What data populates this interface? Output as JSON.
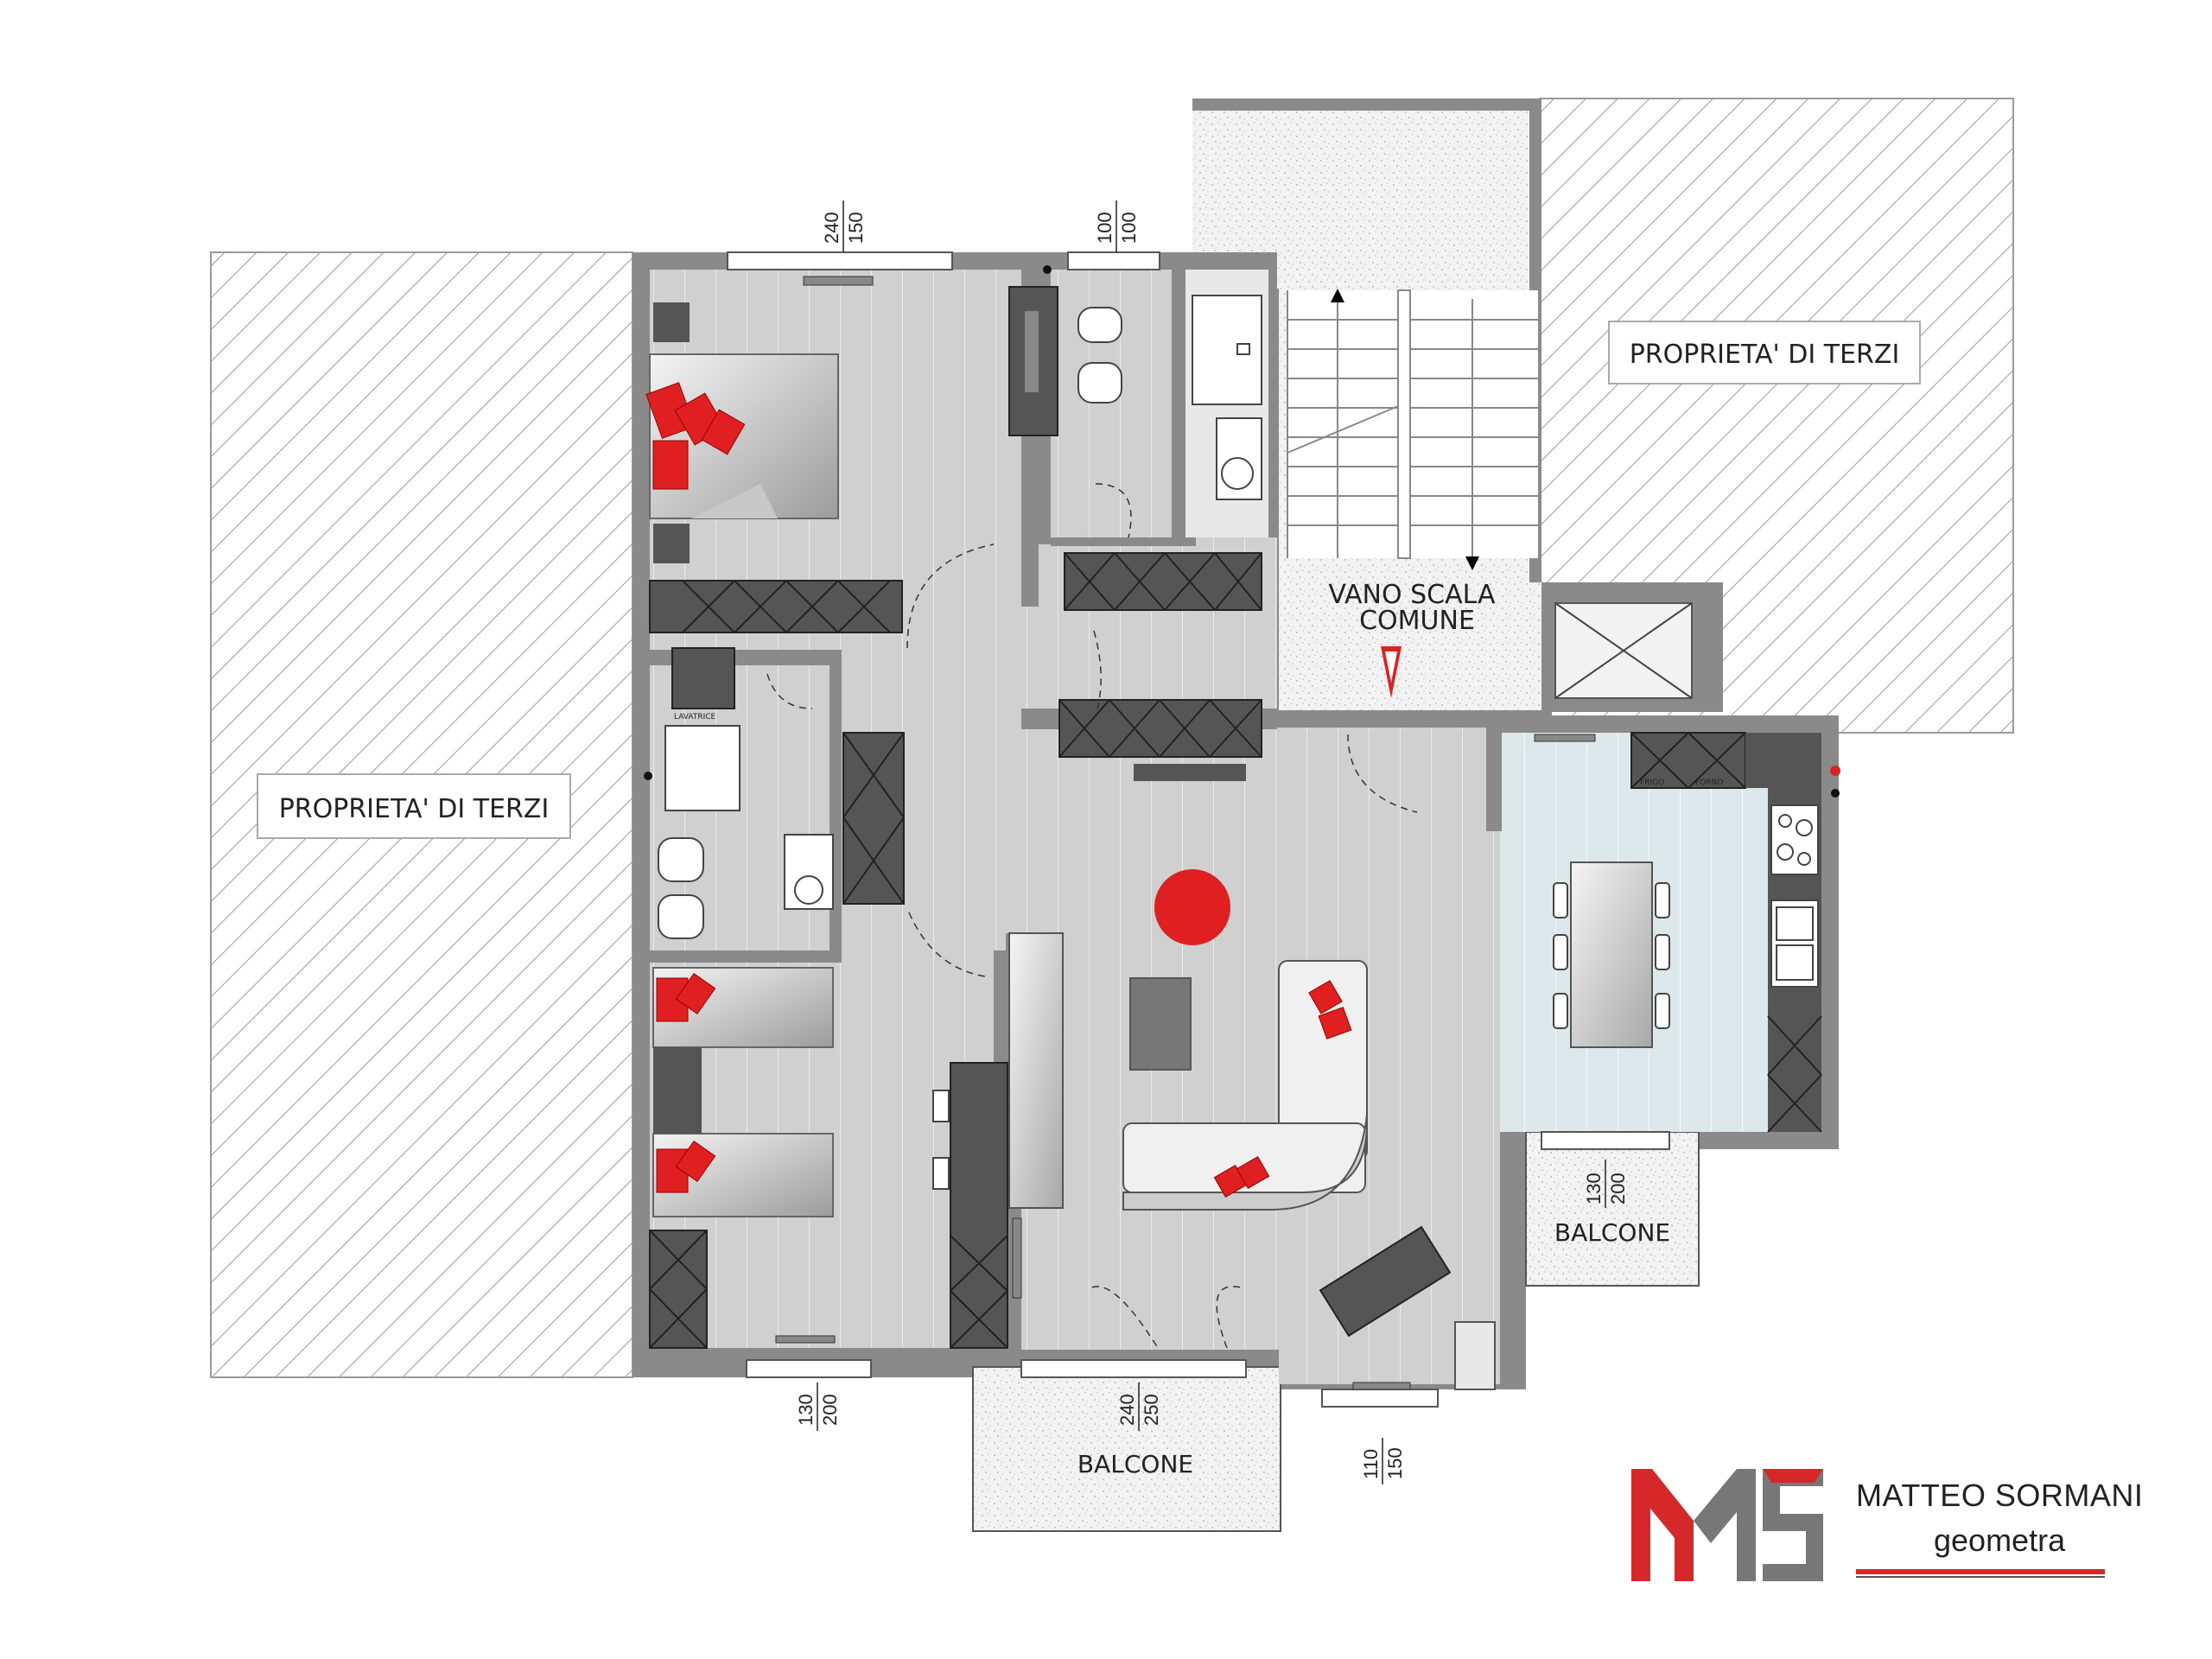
{
  "labels": {
    "third_party_left": "PROPRIETA' DI TERZI",
    "third_party_right": "PROPRIETA' DI TERZI",
    "stair_line1": "VANO SCALA",
    "stair_line2": "COMUNE",
    "balcone_bottom": "BALCONE",
    "balcone_right": "BALCONE",
    "frigo": "FRIGO",
    "forno": "FORNO",
    "lavatrice": "LAVATRICE"
  },
  "dimensions": {
    "top_bedroom_a": "240",
    "top_bedroom_b": "150",
    "top_bath_a": "100",
    "top_bath_b": "100",
    "bottom_bedroom_a": "130",
    "bottom_bedroom_b": "200",
    "bottom_living_a": "240",
    "bottom_living_b": "250",
    "bottom_window_a": "110",
    "bottom_window_b": "150",
    "right_kitchen_a": "130",
    "right_kitchen_b": "200"
  },
  "logo": {
    "name": "MATTEO SORMANI",
    "subtitle": "geometra",
    "accent_color": "#d62828",
    "dark_color": "#555555"
  },
  "colors": {
    "wall": "#8a8a8a",
    "floor_wood": "#d0d0d0",
    "floor_kitchen": "#dde8ea",
    "furniture_dark": "#555555",
    "accent_red": "#e02020"
  }
}
